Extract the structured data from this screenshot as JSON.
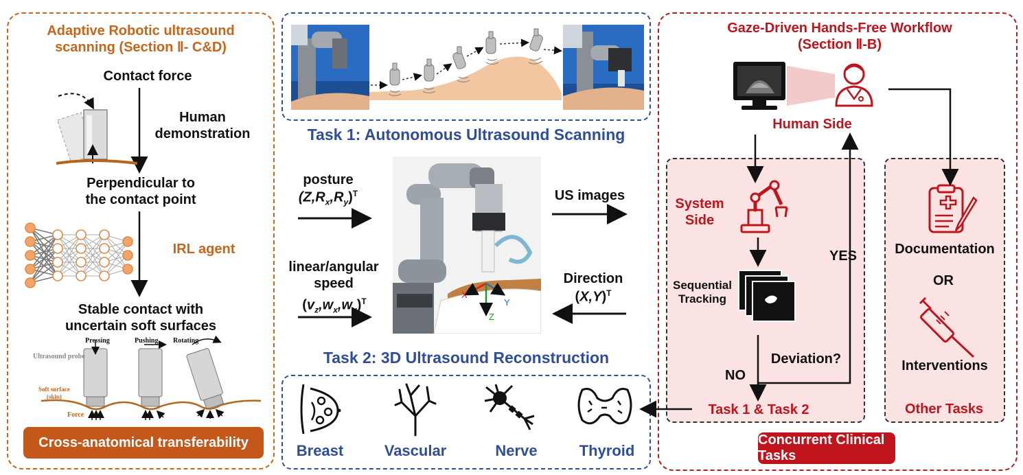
{
  "left": {
    "title_line1": "Adaptive Robotic ultrasound",
    "title_line2": "scanning (Section Ⅱ- C&D)",
    "contact_force": "Contact force",
    "human_demo_line1": "Human",
    "human_demo_line2": "demonstration",
    "perpendicular_line1": "Perpendicular to",
    "perpendicular_line2": "the contact point",
    "irl_agent": "IRL agent",
    "stable_line1": "Stable contact with",
    "stable_line2": "uncertain soft surfaces",
    "probe_labels": {
      "pressing": "Pressing",
      "pushing": "Pushing",
      "rotating": "Rotating",
      "ultrasound_probe": "Ultrasound probe",
      "soft_surface_line1": "Soft surface",
      "soft_surface_line2": "(skin)",
      "force": "Force"
    },
    "transfer_button": "Cross-anatomical transferability"
  },
  "middle": {
    "task1": "Task 1: Autonomous Ultrasound Scanning",
    "posture": "posture",
    "posture_vec": "(Z,R",
    "linear_line1": "linear/angular",
    "linear_line2": "speed",
    "us_images": "US images",
    "direction": "Direction",
    "direction_vec": "(X,Y)",
    "superscript_t": "T",
    "axis_x": "X",
    "axis_y": "Y",
    "axis_z": "Z",
    "task2": "Task 2: 3D Ultrasound Reconstruction",
    "anatomy": [
      "Breast",
      "Vascular",
      "Nerve",
      "Thyroid"
    ]
  },
  "right": {
    "title_line1": "Gaze-Driven Hands-Free Workflow",
    "title_line2": "(Section Ⅱ-B)",
    "human_side": "Human Side",
    "system_side_line1": "System",
    "system_side_line2": "Side",
    "yes": "YES",
    "sequential_line1": "Sequential",
    "sequential_line2": "Tracking",
    "deviation": "Deviation?",
    "no": "NO",
    "task12": "Task 1 & Task 2",
    "documentation": "Documentation",
    "or": "OR",
    "interventions": "Interventions",
    "other_tasks": "Other Tasks",
    "concurrent_button": "Concurrent Clinical Tasks"
  },
  "colors": {
    "orange": "#c8651b",
    "blue": "#2f4e9a",
    "red": "#c0141c",
    "pink_fill": "#fbe3e3",
    "button_orange": "#c4571a",
    "button_red": "#c0141c"
  }
}
